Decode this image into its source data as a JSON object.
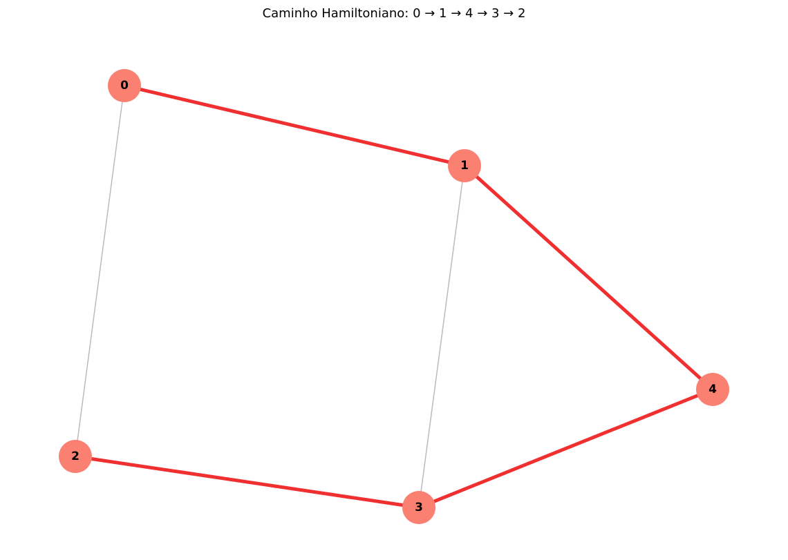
{
  "title": "Caminho Hamiltoniano: 0 → 1 → 4 → 3 → 2",
  "colors": {
    "node_fill": "#fa8072",
    "path_edge": "#f03030",
    "plain_edge": "#bbbbbb",
    "label": "#000000"
  },
  "graph": {
    "nodes": [
      {
        "id": "0",
        "label": "0"
      },
      {
        "id": "1",
        "label": "1"
      },
      {
        "id": "2",
        "label": "2"
      },
      {
        "id": "3",
        "label": "3"
      },
      {
        "id": "4",
        "label": "4"
      }
    ],
    "edges": [
      {
        "source": "0",
        "target": "2",
        "in_path": false
      },
      {
        "source": "1",
        "target": "3",
        "in_path": false
      },
      {
        "source": "0",
        "target": "1",
        "in_path": true
      },
      {
        "source": "1",
        "target": "4",
        "in_path": true
      },
      {
        "source": "4",
        "target": "3",
        "in_path": true
      },
      {
        "source": "3",
        "target": "2",
        "in_path": true
      }
    ],
    "hamiltonian_path": [
      "0",
      "1",
      "4",
      "3",
      "2"
    ]
  }
}
